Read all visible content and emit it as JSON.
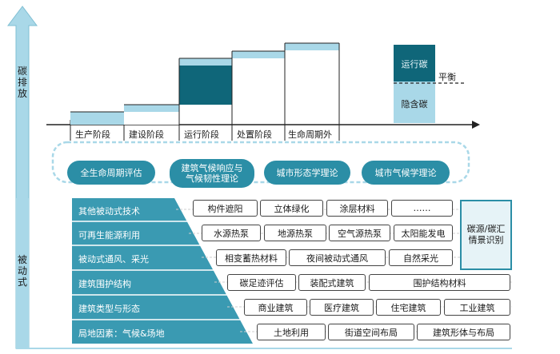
{
  "y_axis": {
    "label_line1": "碳",
    "label_line2": "排",
    "label_line3": "放"
  },
  "passive_label": {
    "line1": "被",
    "line2": "动",
    "line3": "式"
  },
  "stages": [
    "生产阶段",
    "建设阶段",
    "运行阶段",
    "处置阶段",
    "生命周期外"
  ],
  "legend": {
    "operational": "运行碳",
    "embodied": "隐含碳",
    "balance": "平衡"
  },
  "theories": [
    "全生命周期评估",
    "建筑气候响应与\n气候韧性理论",
    "城市形态学理论",
    "城市气候学理论"
  ],
  "rows": [
    {
      "label": "其他被动式技术",
      "items": [
        "构件遮阳",
        "立体绿化",
        "涂层材料",
        "……"
      ]
    },
    {
      "label": "可再生能源利用",
      "items": [
        "水源热泵",
        "地源热泵",
        "空气源热泵",
        "太阳能发电"
      ]
    },
    {
      "label": "被动式通风、采光",
      "items": [
        "相变蓄热材料",
        "夜间被动式通风",
        "自然采光"
      ]
    },
    {
      "label": "建筑围护结构",
      "items": [
        "碳足迹评估",
        "装配式建筑",
        "围护结构材料"
      ]
    },
    {
      "label": "建筑类型与形态",
      "items": [
        "商业建筑",
        "医疗建筑",
        "住宅建筑",
        "工业建筑"
      ]
    },
    {
      "label": "局地因素：气候&场地",
      "items": [
        "土地利用",
        "街道空间布局",
        "建筑形体与布局"
      ]
    }
  ],
  "side_box": {
    "line1": "碳源/碳汇",
    "line2": "情景识别"
  },
  "colors": {
    "dark_teal": "#0f6679",
    "light_blue": "#a9d8e8",
    "accent": "#2b8ea6",
    "row_band": "#3a9ab2"
  }
}
